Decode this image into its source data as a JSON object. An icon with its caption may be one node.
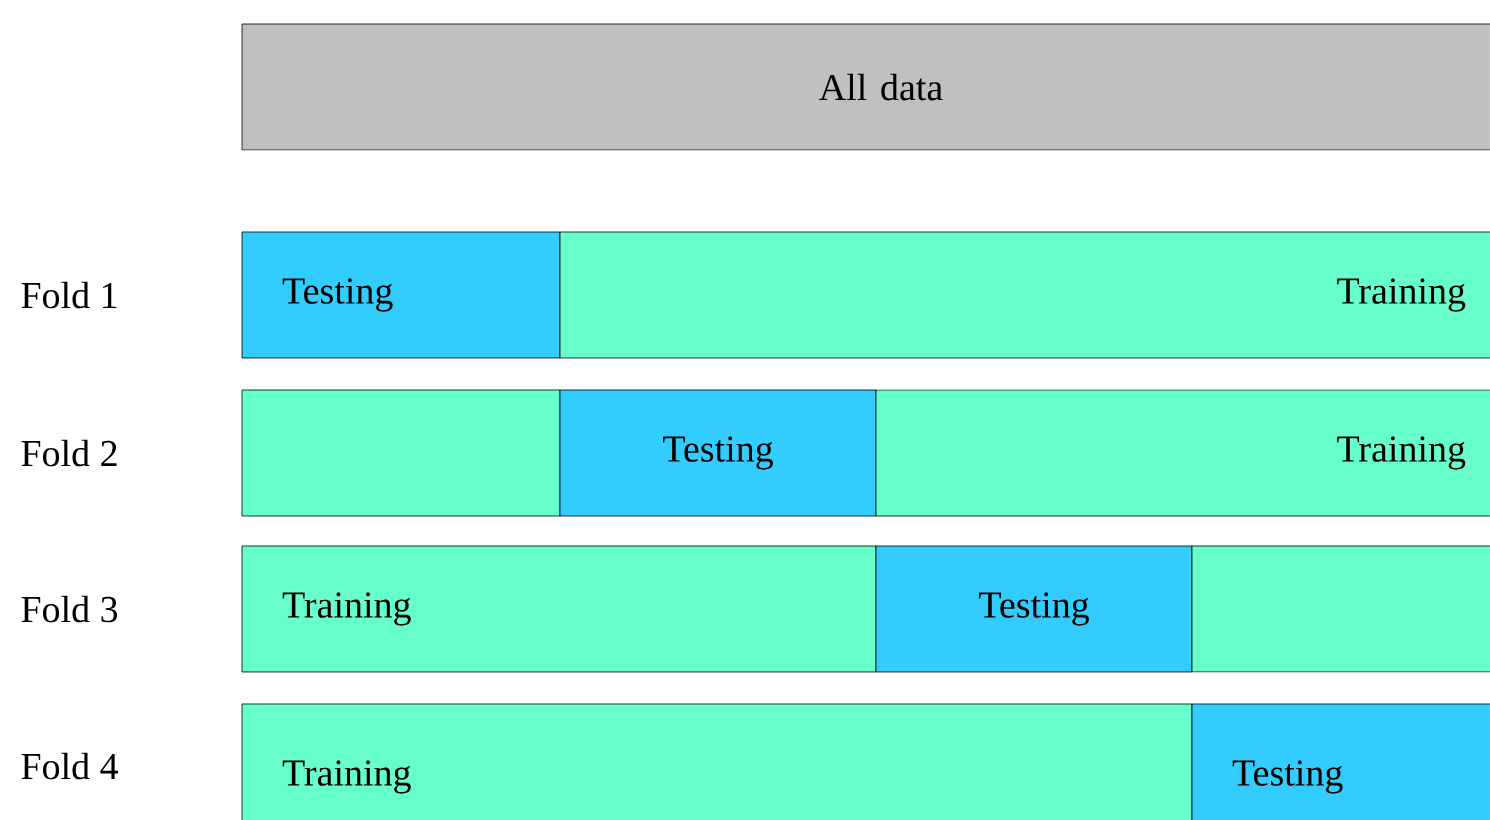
{
  "diagram": {
    "nodes": [
      {
        "text": [
          "All data"
        ]
      },
      {
        "text": [
          "Testing"
        ]
      },
      {
        "text": [
          "Training"
        ]
      },
      {
        "text": [],
        "shape": "box"
      },
      {
        "text": [
          "Testing"
        ]
      },
      {
        "text": [
          "Training"
        ]
      },
      {
        "text": [
          "Training"
        ]
      },
      {
        "text": [
          "Testing"
        ]
      },
      {
        "text": [],
        "shape": "box"
      },
      {
        "text": [
          "Training"
        ]
      },
      {
        "text": [
          "Testing"
        ]
      }
    ],
    "labels": [
      "Fold 1",
      "Fold 2",
      "Fold 3",
      "Fold 4"
    ]
  }
}
